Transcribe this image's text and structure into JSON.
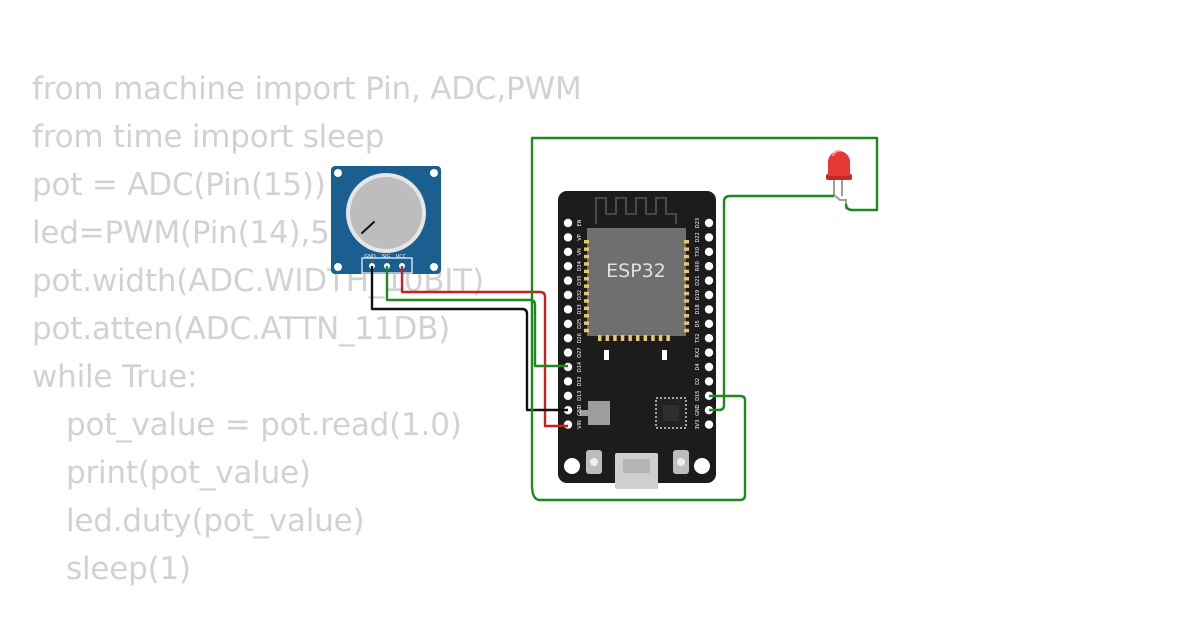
{
  "code": {
    "lines": [
      "from machine import Pin, ADC,PWM",
      "from time import sleep",
      "pot = ADC(Pin(15))",
      "led=PWM(Pin(14),5000)",
      "pot.width(ADC.WIDTH_10BIT)",
      "pot.atten(ADC.ATTN_11DB)",
      "while True:",
      "pot_value = pot.read(1.0)",
      "print(pot_value)",
      "led.duty(pot_value)",
      "sleep(1)"
    ]
  },
  "potentiometer": {
    "pin_labels": [
      "GND",
      "SIG",
      "VCC"
    ],
    "board_color": "#1a5f8f"
  },
  "esp32": {
    "chip_label": "ESP32",
    "left_pins": [
      "EN",
      "VP",
      "VN",
      "D34",
      "D35",
      "D32",
      "D33",
      "D25",
      "D26",
      "D27",
      "D14",
      "D12",
      "D13",
      "GND",
      "VIN"
    ],
    "right_pins": [
      "D23",
      "D22",
      "TX0",
      "RX0",
      "D21",
      "D19",
      "D18",
      "D5",
      "TX2",
      "RX2",
      "D4",
      "D2",
      "D15",
      "GND",
      "3V3"
    ],
    "board_color": "#1c1c1c"
  },
  "led": {
    "color": "#e53935"
  },
  "wires": {
    "red": "#cc1f1f",
    "black": "#111111",
    "green": "#1e8a1e"
  }
}
